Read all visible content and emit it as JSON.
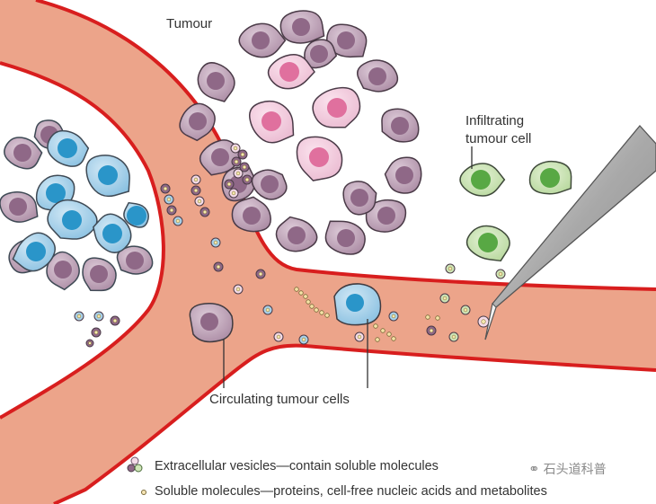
{
  "labels": {
    "tumour": "Tumour",
    "infiltrating_line1": "Infiltrating",
    "infiltrating_line2": "tumour cell",
    "circulating": "Circulating tumour cells"
  },
  "legend": {
    "items": [
      {
        "icon": "vesicle-icon",
        "text": "Extracellular vesicles—contain soluble molecules"
      },
      {
        "icon": "soluble-molecule-icon",
        "text": "Soluble molecules—proteins, cell-free nucleic acids and metabolites"
      }
    ]
  },
  "watermark": {
    "icon": "wechat-icon",
    "text": "石头道科普"
  },
  "colors": {
    "vessel_fill": "#eca48a",
    "vessel_wall": "#d81e1e",
    "tumour_cell": "#c9b0c3",
    "tumour_nucleus": "#8f6887",
    "pink_cell": "#f3cfe0",
    "pink_nucleus": "#e0709e",
    "blue_cell": "#a9d2ea",
    "blue_nucleus": "#2a95c9",
    "green_cell": "#cfe5b7",
    "green_nucleus": "#58a844",
    "needle": "#b8b8b8"
  }
}
